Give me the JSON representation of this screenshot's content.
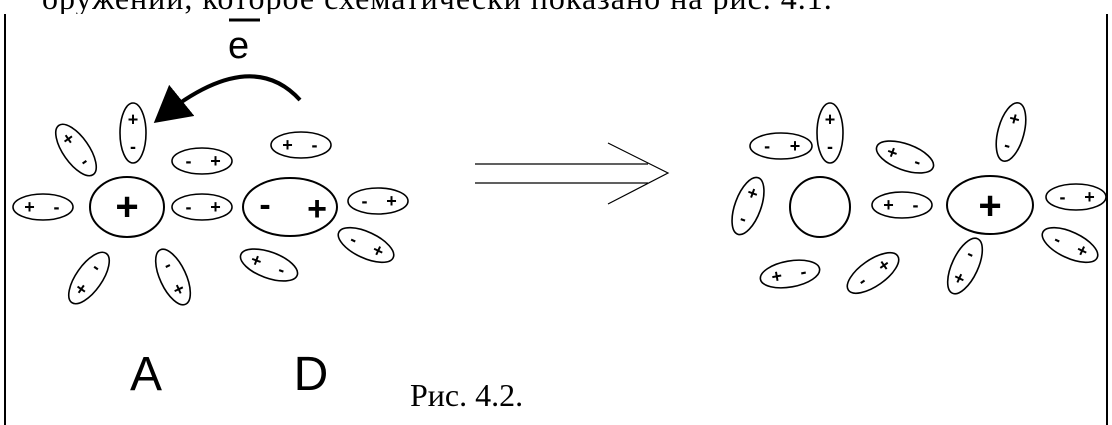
{
  "top_text_fragment": "оружении, которое схематически показано на рис. 4.1.",
  "electron_symbol": "e",
  "labels": {
    "acceptor": "A",
    "donor": "D"
  },
  "caption": "Рис. 4.2.",
  "ion_charges": {
    "acceptor_before": "+",
    "donor_before": "-+",
    "acceptor_after": "",
    "donor_after": "+"
  },
  "dipole_sign": {
    "plus": "+",
    "minus": "-"
  }
}
